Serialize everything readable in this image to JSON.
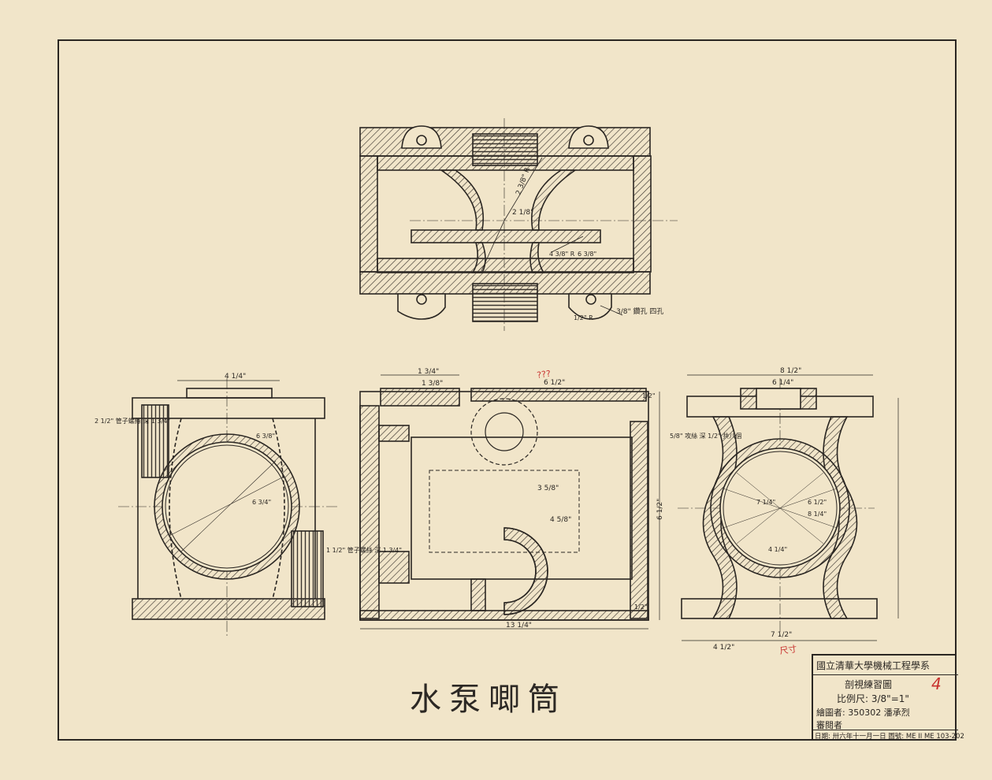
{
  "sheet": {
    "title": "水泵唧筒",
    "colors": {
      "paper": "#f1e5c9",
      "ink": "#2a2622",
      "hatch": "#3a342e",
      "red_mark": "#c8312e"
    }
  },
  "title_block": {
    "department": "國立清華大學機械工程學系",
    "drawing_type": "剖視練習圖",
    "scale": "比例尺: 3/8\"=1\"",
    "grade": "4",
    "drawn_by": "繪圖者: 350302 潘承烈",
    "checked_by": "審閱者",
    "date_line": "日期: 卅六年十一月一日 圖號: ME II ME 103-202"
  },
  "annotations": {
    "top_view": [
      "2 3/8\" R",
      "2 1/8\"",
      "4 3/8\" R",
      "6 3/8\"",
      "3/8\" 鑽孔 四孔",
      "1/2\" R"
    ],
    "left_view": [
      "4 1/4\"",
      "2 1/2\" 管子螺絲 深 1 3/4\"",
      "6 3/8\"",
      "1 1/2\" 管子螺絲 深 1 3/4\"",
      "6 3/4\""
    ],
    "front_view": [
      "1 3/4\"",
      "1 3/8\"",
      "6 1/2\"",
      "3 5/8\"",
      "4 5/8\"",
      "6 1/2\"",
      "13 1/4\"",
      "1/2\"",
      "1/2\""
    ],
    "right_view": [
      "8 1/2\"",
      "6 1/4\"",
      "5/8\" 攻絲 深 1/2\" 共八個",
      "7 1/4\"",
      "6 1/2\"",
      "8 1/4\"",
      "4 1/4\"",
      "7 1/2\"",
      "4 1/2\""
    ],
    "red_notes": [
      "???",
      "尺寸"
    ]
  }
}
